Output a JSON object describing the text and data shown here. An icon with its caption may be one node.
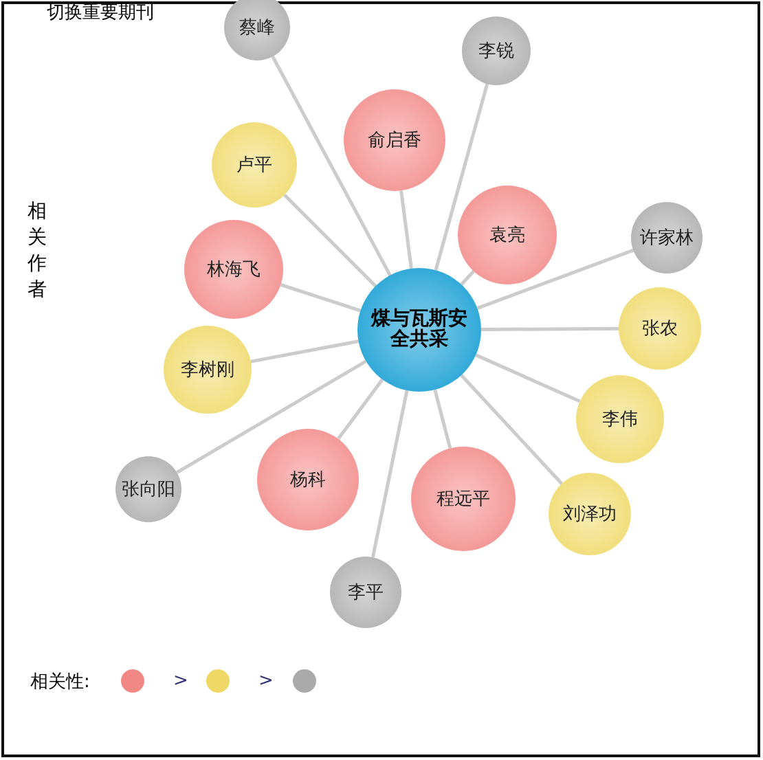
{
  "diagram": {
    "nodes": [
      {
        "text": [
          "煤与瓦斯安全共采"
        ]
      },
      {
        "text": [
          "蔡峰"
        ]
      },
      {
        "text": [
          "李锐"
        ]
      },
      {
        "text": [
          "俞启香"
        ]
      },
      {
        "text": [
          "卢平"
        ]
      },
      {
        "text": [
          "袁亮"
        ]
      },
      {
        "text": [
          "林海飞"
        ]
      },
      {
        "text": [
          "许家林"
        ]
      },
      {
        "text": [
          "李树刚"
        ]
      },
      {
        "text": [
          "张农"
        ]
      },
      {
        "text": [
          "李伟"
        ]
      },
      {
        "text": [
          "杨科"
        ]
      },
      {
        "text": [
          "程远平"
        ]
      },
      {
        "text": [
          "张向阳"
        ]
      },
      {
        "text": [
          "刘泽功"
        ]
      },
      {
        "text": [
          "李平"
        ]
      }
    ],
    "edges": [
      {
        "from": 0,
        "to": 1,
        "arrow": "none"
      },
      {
        "from": 0,
        "to": 2,
        "arrow": "none"
      },
      {
        "from": 0,
        "to": 3,
        "arrow": "none"
      },
      {
        "from": 0,
        "to": 4,
        "arrow": "none"
      },
      {
        "from": 0,
        "to": 5,
        "arrow": "none"
      },
      {
        "from": 0,
        "to": 6,
        "arrow": "none"
      },
      {
        "from": 0,
        "to": 7,
        "arrow": "none"
      },
      {
        "from": 0,
        "to": 8,
        "arrow": "none"
      },
      {
        "from": 0,
        "to": 9,
        "arrow": "none"
      },
      {
        "from": 0,
        "to": 10,
        "arrow": "none"
      },
      {
        "from": 0,
        "to": 11,
        "arrow": "none"
      },
      {
        "from": 0,
        "to": 12,
        "arrow": "none"
      },
      {
        "from": 0,
        "to": 13,
        "arrow": "none"
      },
      {
        "from": 0,
        "to": 14,
        "arrow": "none"
      },
      {
        "from": 0,
        "to": 15,
        "arrow": "none"
      }
    ],
    "labels": [
      "切换重要期刊",
      "相关作者",
      "相关性:"
    ],
    "legend": [
      {
        "text": ">",
        "color": "#f28886"
      },
      {
        "text": ">",
        "color": "#efd866"
      }
    ]
  }
}
